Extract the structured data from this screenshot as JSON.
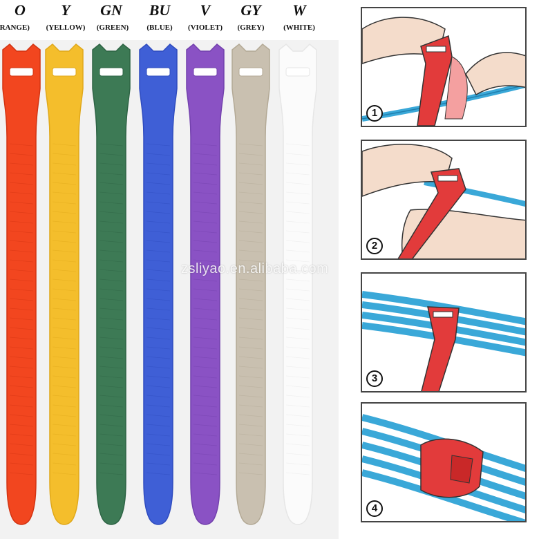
{
  "straps": [
    {
      "code": "O",
      "name": "ORANGE)",
      "color": "#f2461f",
      "shade": "#d23412"
    },
    {
      "code": "Y",
      "name": "(YELLOW)",
      "color": "#f4be2c",
      "shade": "#e0a81a"
    },
    {
      "code": "GN",
      "name": "(GREEN)",
      "color": "#3d7a55",
      "shade": "#2e6445"
    },
    {
      "code": "BU",
      "name": "(BLUE)",
      "color": "#3f5fd6",
      "shade": "#2f4cbf"
    },
    {
      "code": "V",
      "name": "(VIOLET)",
      "color": "#8a52c4",
      "shade": "#7341ad"
    },
    {
      "code": "GY",
      "name": "(GREY)",
      "color": "#c9c0b0",
      "shade": "#b3a995"
    },
    {
      "code": "W",
      "name": "(WHITE)",
      "color": "#fbfbfb",
      "shade": "#e6e6e6"
    }
  ],
  "steps": [
    {
      "number": "1"
    },
    {
      "number": "2"
    },
    {
      "number": "3"
    },
    {
      "number": "4"
    }
  ],
  "watermark": "zsliyao.en.alibaba.com",
  "colors": {
    "tie_red": "#e23b3b",
    "cable_blue": "#3aa8d8",
    "skin": "#f4dccb"
  }
}
